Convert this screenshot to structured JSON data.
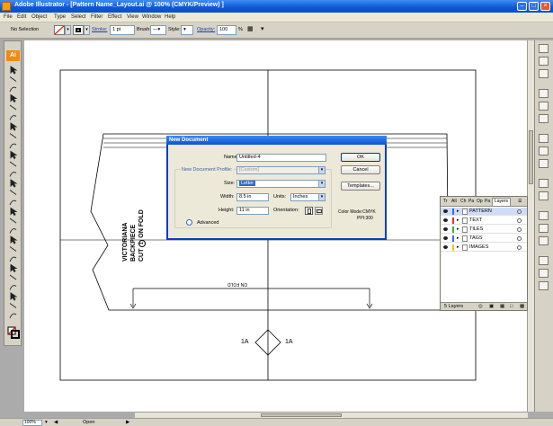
{
  "window": {
    "title": "Adobe Illustrator - [Pattern Name_Layout.ai @ 100% (CMYK/Preview) ]"
  },
  "menu": [
    "File",
    "Edit",
    "Object",
    "Type",
    "Select",
    "Filter",
    "Effect",
    "View",
    "Window",
    "Help"
  ],
  "control_bar": {
    "selection": "No Selection",
    "stroke_label": "Stroke:",
    "stroke_value": "1 pt",
    "brush_label": "Brush:",
    "style_label": "Style:",
    "opacity_label": "Opacity:",
    "opacity_value": "100",
    "opacity_unit": "%"
  },
  "toolbox": {
    "logo": "Ai"
  },
  "canvas": {
    "pattern_line1": "VICTORIANA",
    "pattern_line2": "BACKPIECE",
    "pattern_line3": "CUT",
    "cut_count": "1",
    "pattern_line3b": "ON FOLD",
    "grainline_label": "ON FOLD",
    "notch_label_left": "1A",
    "notch_label_right": "1A"
  },
  "dialog": {
    "title": "New Document",
    "name_label": "Name:",
    "name_value": "Untitled-4",
    "profile_label": "New Document Profile:",
    "profile_value": "[Custom]",
    "size_label": "Size:",
    "size_value": "Letter",
    "width_label": "Width:",
    "width_value": "8.5 in",
    "units_label": "Units:",
    "units_value": "Inches",
    "height_label": "Height:",
    "height_value": "11 in",
    "orientation_label": "Orientation:",
    "color_mode": "Color Mode:CMYK",
    "ppi": "PPI:300",
    "advanced_label": "Advanced",
    "ok": "OK",
    "cancel": "Cancel",
    "templates": "Templates..."
  },
  "layers_panel": {
    "tabs": [
      "Tr",
      "Alt",
      "Ch",
      "Pa",
      "Op",
      "Pa",
      "Layers"
    ],
    "active_tab": "Layers",
    "layers": [
      {
        "name": "PATTERN",
        "color": "#3a67ff",
        "selected": true
      },
      {
        "name": "TEXT",
        "color": "#e0312c",
        "selected": false
      },
      {
        "name": "TILES",
        "color": "#36b336",
        "selected": false
      },
      {
        "name": "TAGS",
        "color": "#3a67ff",
        "selected": false
      },
      {
        "name": "IMAGES",
        "color": "#f0c31c",
        "selected": false
      }
    ],
    "count": "5 Layers"
  },
  "status_bar": {
    "zoom": "100%",
    "status": "Open"
  }
}
